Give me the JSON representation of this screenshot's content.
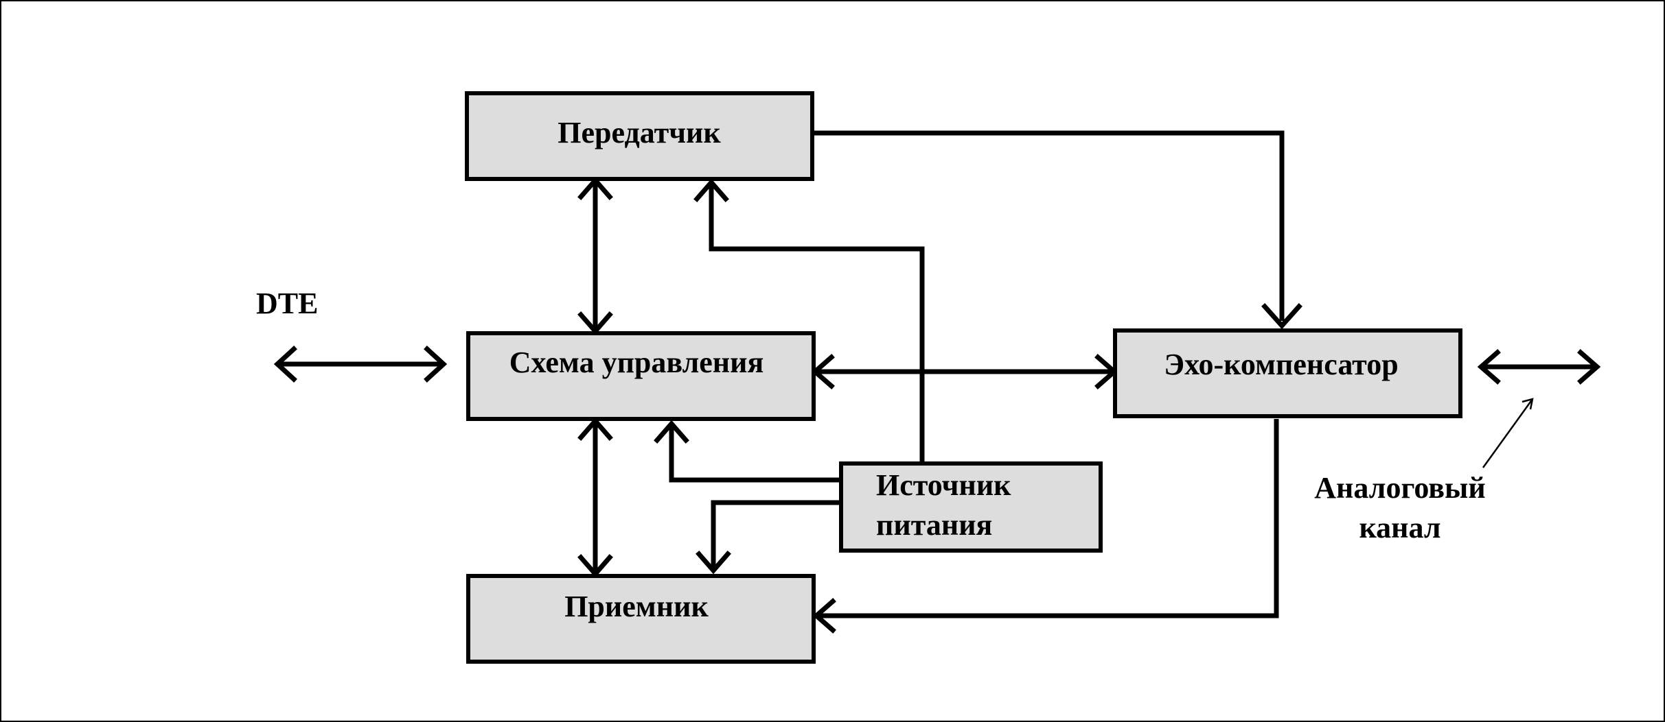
{
  "blocks": {
    "transmitter": "Передатчик",
    "control": "Схема управления",
    "receiver": "Приемник",
    "echo": "Эхо-компенсатор",
    "power_line1": "Источник",
    "power_line2": "питания"
  },
  "labels": {
    "dte": "DTE",
    "analog_line1": "Аналоговый",
    "analog_line2": "канал"
  }
}
